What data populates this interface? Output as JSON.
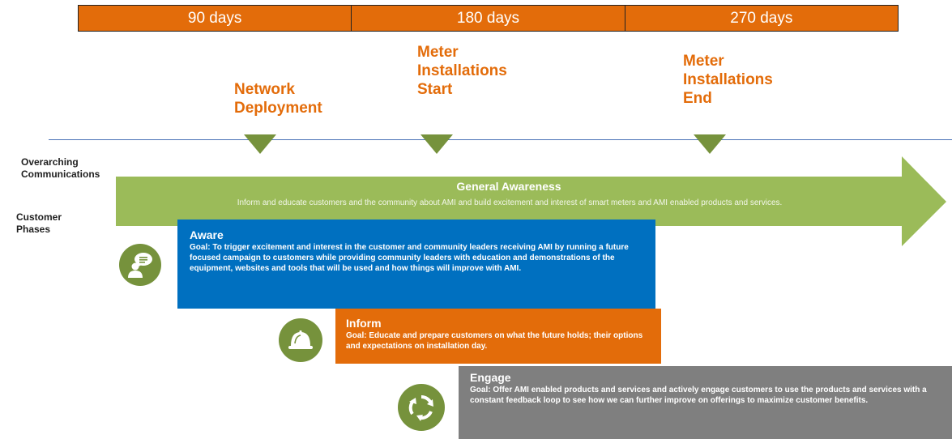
{
  "timeline": {
    "periods": [
      "90 days",
      "180 days",
      "270 days"
    ]
  },
  "milestones": [
    {
      "lines": [
        "Network",
        "Deployment"
      ]
    },
    {
      "lines": [
        "Meter",
        "Installations",
        "Start"
      ]
    },
    {
      "lines": [
        "Meter",
        "Installations",
        "End"
      ]
    }
  ],
  "row_labels": {
    "overarching": [
      "Overarching",
      "Communications"
    ],
    "phases": [
      "Customer",
      "Phases"
    ]
  },
  "general_awareness": {
    "title": "General Awareness",
    "text": "Inform and educate customers and the community about AMI and build excitement and interest of smart meters and AMI enabled products and services."
  },
  "phases": {
    "aware": {
      "title": "Aware",
      "goal": "Goal: To trigger excitement and interest in the customer and community leaders receiving AMI by running a future focused campaign to customers while providing community  leaders with education and demonstrations of the equipment, websites and tools  that will be used and how things will improve with AMI."
    },
    "inform": {
      "title": "Inform",
      "goal": "Goal: Educate and prepare customers on what the future holds; their options and expectations on installation day."
    },
    "engage": {
      "title": "Engage",
      "goal": "Goal: Offer AMI enabled products and services and actively engage customers to use the products and services with a constant feedback loop to see how we can further improve on offerings to maximize customer benefits."
    }
  },
  "icons": {
    "aware": "person-speech-icon",
    "inform": "hard-hat-icon",
    "engage": "recycle-arrows-icon"
  },
  "colors": {
    "timeline_orange": "#E36C0A",
    "arrow_green": "#9BBB59",
    "icon_green": "#76923C",
    "aware_blue": "#0070C0",
    "inform_orange": "#E36C0A",
    "engage_gray": "#7F7F7F",
    "divider_blue": "#4A72B6"
  }
}
